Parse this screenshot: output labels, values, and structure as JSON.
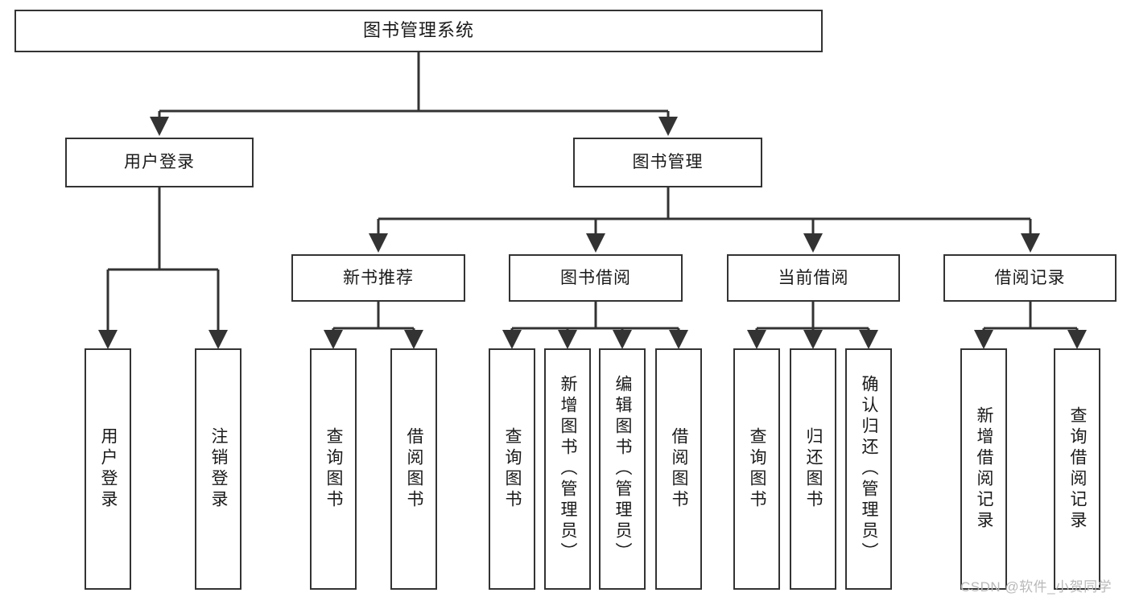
{
  "diagram": {
    "title": "图书管理系统",
    "watermark": "CSDN @软件_小贺同学",
    "stroke_color": "#333333",
    "background_color": "#ffffff",
    "text_color": "#1a1a1a",
    "watermark_color": "#b9b9b9"
  },
  "nodes": {
    "root": {
      "label": "图书管理系统"
    },
    "level2": [
      {
        "label": "用户登录"
      },
      {
        "label": "图书管理"
      }
    ],
    "level3": [
      {
        "label": "新书推荐"
      },
      {
        "label": "图书借阅"
      },
      {
        "label": "当前借阅"
      },
      {
        "label": "借阅记录"
      }
    ],
    "leaves": {
      "user_login": [
        {
          "label": "用户登录"
        },
        {
          "label": "注销登录"
        }
      ],
      "new_book_recommend": [
        {
          "label": "查询图书"
        },
        {
          "label": "借阅图书"
        }
      ],
      "book_borrow": [
        {
          "label": "查询图书"
        },
        {
          "label": "新增图书（管理员）"
        },
        {
          "label": "编辑图书（管理员）"
        },
        {
          "label": "借阅图书"
        }
      ],
      "current_borrow": [
        {
          "label": "查询图书"
        },
        {
          "label": "归还图书"
        },
        {
          "label": "确认归还（管理员）"
        }
      ],
      "borrow_record": [
        {
          "label": "新增借阅记录"
        },
        {
          "label": "查询借阅记录"
        }
      ]
    }
  }
}
